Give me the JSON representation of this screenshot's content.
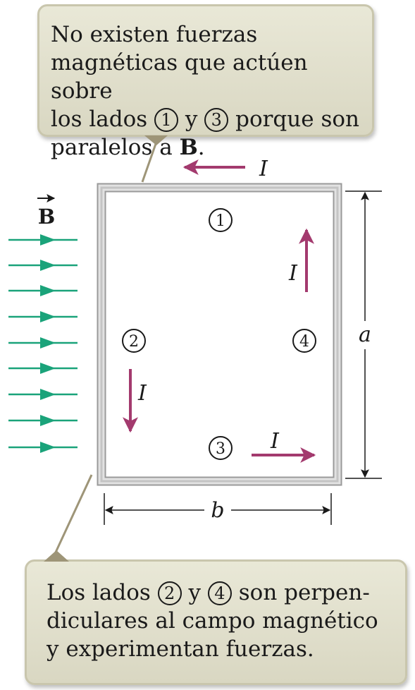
{
  "callout_top": {
    "text_1": "No existen fuerzas\nmagnéticas que actúen sobre\nlos lados ",
    "side_1": "1",
    "text_2": " y ",
    "side_3": "3",
    "text_3": " porque son\nparalelos a ",
    "field_symbol": "B",
    "text_4": "."
  },
  "callout_bottom": {
    "text_1": "Los lados ",
    "side_2": "2",
    "text_2": " y ",
    "side_4": "4",
    "text_3": " son perpen-\ndiculares al campo magnético\ny experimentan fuerzas."
  },
  "diagram": {
    "field_label": "B",
    "current_label": "I",
    "side_labels": [
      "1",
      "2",
      "3",
      "4"
    ],
    "dimension_height": "a",
    "dimension_width": "b"
  },
  "colors": {
    "field_arrow": "#1aa37a",
    "current_arrow": "#a33a6e",
    "callout_bg": "#e3e1cf",
    "loop_frame": "#c8c8c8",
    "pointer": "#9e9578"
  }
}
